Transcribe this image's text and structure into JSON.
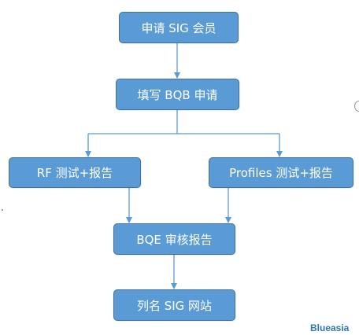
{
  "nodes": {
    "apply_sig_member": "申请 SIG 会员",
    "fill_bqb_application": "填写 BQB 申请",
    "rf_test_report": "RF 测试+报告",
    "profiles_test_report": "Profiles 测试+报告",
    "bqe_review_report": "BQE 审核报告",
    "listed_on_sig_site": "列名 SIG 网站"
  },
  "watermark": "Blueasia",
  "colors": {
    "node_fill": "#5b9bd5",
    "node_border": "#41719c",
    "connector": "#5b9bd5",
    "watermark": "#2e75b6"
  }
}
